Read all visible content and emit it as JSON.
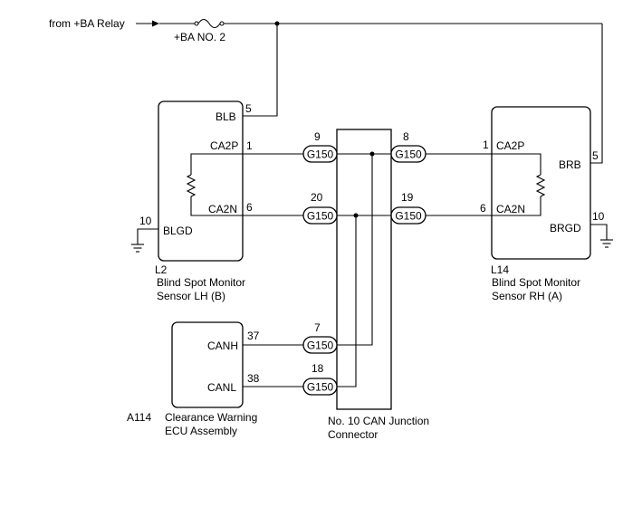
{
  "power": {
    "source_label": "from +BA Relay",
    "fuse_label": "+BA NO. 2"
  },
  "left_sensor": {
    "code": "L2",
    "name_line1": "Blind Spot Monitor",
    "name_line2": "Sensor LH (B)",
    "pins": {
      "blb": {
        "num": "5",
        "name": "BLB"
      },
      "ca2p": {
        "num": "1",
        "name": "CA2P"
      },
      "ca2n": {
        "num": "6",
        "name": "CA2N"
      },
      "blgd": {
        "num": "10",
        "name": "BLGD"
      }
    }
  },
  "right_sensor": {
    "code": "L14",
    "name_line1": "Blind Spot Monitor",
    "name_line2": "Sensor RH (A)",
    "pins": {
      "ca2p": {
        "num": "1",
        "name": "CA2P"
      },
      "ca2n": {
        "num": "6",
        "name": "CA2N"
      },
      "brb": {
        "num": "5",
        "name": "BRB"
      },
      "brgd": {
        "num": "10",
        "name": "BRGD"
      }
    }
  },
  "ecu": {
    "code": "A114",
    "name_line1": "Clearance Warning",
    "name_line2": "ECU Assembly",
    "pins": {
      "canh": {
        "num": "37",
        "name": "CANH"
      },
      "canl": {
        "num": "38",
        "name": "CANL"
      }
    }
  },
  "junction": {
    "name_line1": "No. 10 CAN Junction",
    "name_line2": "Connector",
    "connector_code": "G150",
    "pins": {
      "p9": "9",
      "p8": "8",
      "p20": "20",
      "p19": "19",
      "p7": "7",
      "p18": "18"
    }
  }
}
